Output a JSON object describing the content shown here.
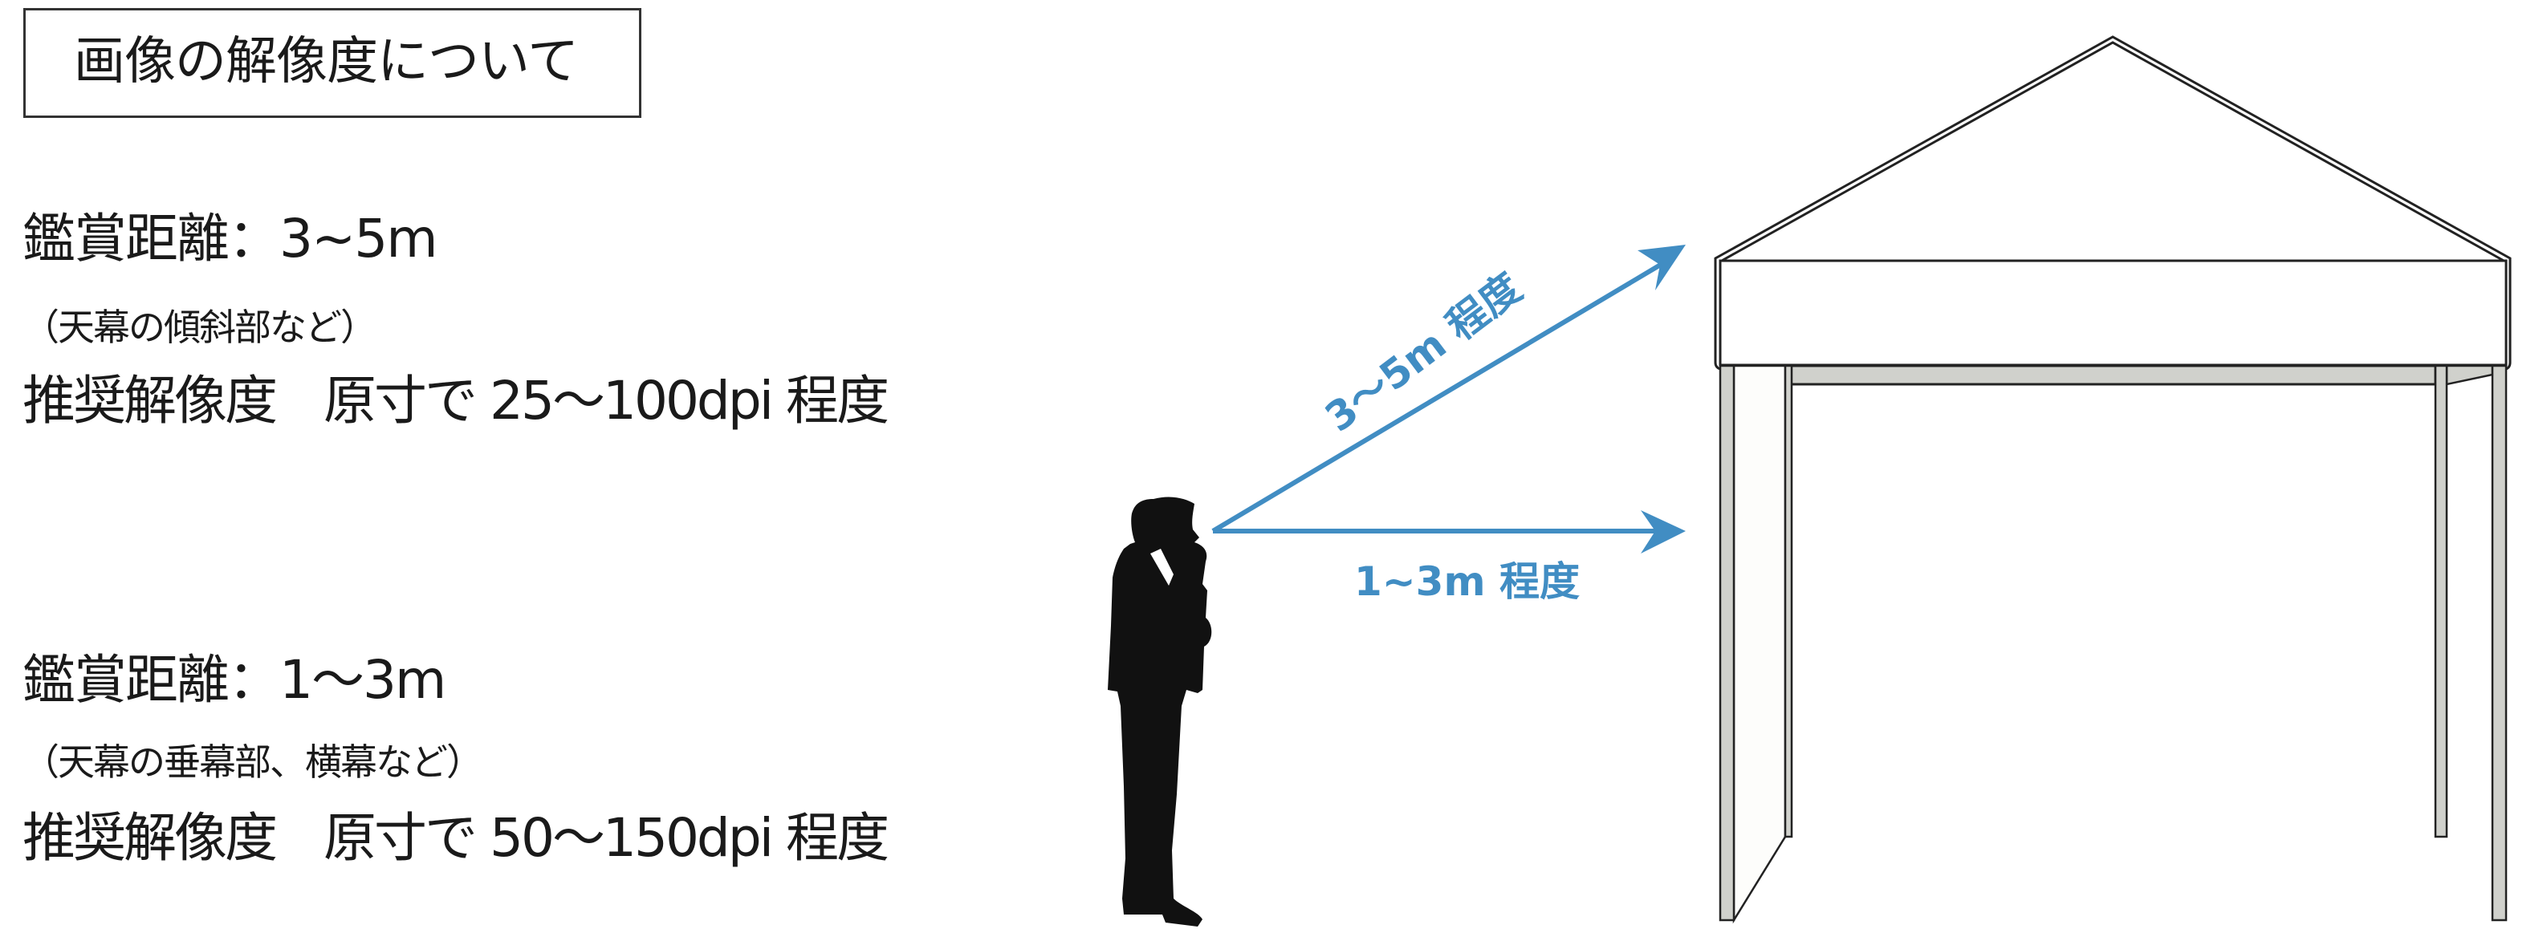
{
  "title": "画像の解像度について",
  "sections": [
    {
      "distance_label": "鑑賞距離：3~5m",
      "note": "（天幕の傾斜部など）",
      "recommendation_label": "推奨解像度",
      "recommendation_value": "原寸で 25〜100dpi 程度"
    },
    {
      "distance_label": "鑑賞距離：1〜3m",
      "note": "（天幕の垂幕部、横幕など）",
      "recommendation_label": "推奨解像度",
      "recommendation_value": "原寸で 50〜150dpi 程度"
    }
  ],
  "diagram": {
    "upper_arrow_label": "3〜5m 程度",
    "lower_arrow_label": "1~3m 程度",
    "colors": {
      "arrow": "#418dc3",
      "text": "#1a1a1a",
      "tent_frame": "#d0d1cc",
      "tent_outline": "#222222",
      "silhouette": "#111111"
    },
    "icons": [
      "person-silhouette-icon",
      "tent-icon",
      "arrow-icon"
    ]
  }
}
